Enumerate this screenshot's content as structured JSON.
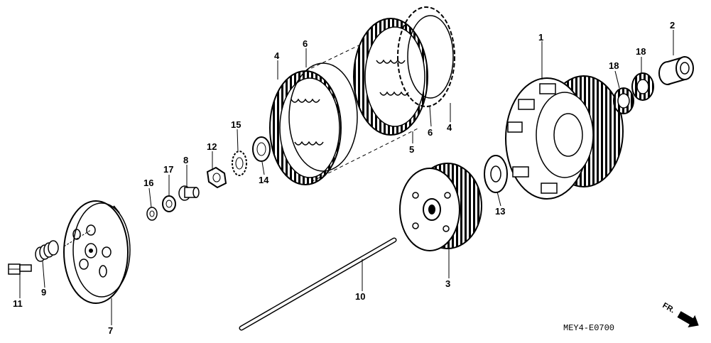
{
  "diagram": {
    "drawing_code": "MEY4-E0700",
    "direction_label": "FR.",
    "callouts": [
      "1",
      "2",
      "3",
      "4",
      "4",
      "5",
      "6",
      "6",
      "7",
      "8",
      "9",
      "10",
      "11",
      "12",
      "13",
      "14",
      "15",
      "16",
      "17",
      "18",
      "18"
    ]
  },
  "colors": {
    "line": "#000000",
    "background": "#ffffff"
  }
}
